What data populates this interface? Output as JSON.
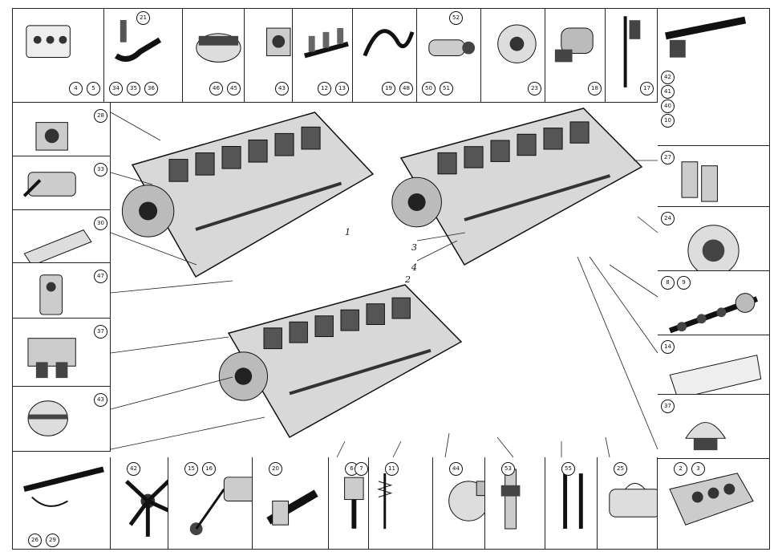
{
  "top_row": [
    {
      "id": "cylinder-head-cover",
      "labels": [
        "4",
        "5"
      ]
    },
    {
      "id": "glow-plug-and-pipe",
      "labels": [
        "21",
        "34",
        "35",
        "36"
      ]
    },
    {
      "id": "air-cleaner-drum",
      "labels": [
        "46",
        "45"
      ]
    },
    {
      "id": "small-bracket-part",
      "labels": [
        "43"
      ]
    },
    {
      "id": "exhaust-manifold",
      "labels": [
        "12",
        "13"
      ]
    },
    {
      "id": "water-pipes-assembly",
      "labels": [
        "19",
        "48"
      ]
    },
    {
      "id": "starter-motor",
      "labels": [
        "52",
        "50",
        "51"
      ]
    },
    {
      "id": "flywheel-pump",
      "labels": [
        "23"
      ]
    },
    {
      "id": "generator",
      "labels": [
        "18"
      ]
    },
    {
      "id": "vertical-pipe",
      "labels": [
        "17"
      ]
    }
  ],
  "right_col": [
    {
      "id": "injector-rail",
      "labels": [
        "42",
        "41",
        "40",
        "10"
      ]
    },
    {
      "id": "fuel-filter",
      "labels": [
        "27"
      ]
    },
    {
      "id": "water-pump-disc",
      "labels": [
        "24"
      ]
    },
    {
      "id": "camshaft",
      "labels": [
        "8",
        "9"
      ]
    },
    {
      "id": "oil-pan",
      "labels": [
        "14"
      ]
    },
    {
      "id": "oil-filter-dome",
      "labels": [
        "37"
      ]
    }
  ],
  "left_col": [
    {
      "id": "valve-block",
      "labels": [
        "28"
      ]
    },
    {
      "id": "oil-cooler",
      "labels": [
        "33"
      ]
    },
    {
      "id": "intercooler-plate",
      "labels": [
        "30"
      ]
    },
    {
      "id": "pump-unit",
      "labels": [
        "47"
      ]
    },
    {
      "id": "fuel-pump-assembly",
      "labels": [
        "37"
      ]
    },
    {
      "id": "pulley-unit",
      "labels": [
        "43"
      ]
    }
  ],
  "bottom_row": [
    {
      "id": "injection-pipes",
      "labels": [
        "26",
        "29"
      ]
    },
    {
      "id": "fan-blade",
      "labels": [
        "42"
      ]
    },
    {
      "id": "gauge-hose",
      "labels": [
        "15",
        "16"
      ]
    },
    {
      "id": "shaft-coupling",
      "labels": [
        "20"
      ]
    },
    {
      "id": "piston-rod",
      "labels": [
        "6",
        "7"
      ]
    },
    {
      "id": "valve-and-spring",
      "labels": [
        "11"
      ]
    },
    {
      "id": "turbo-housing",
      "labels": [
        "44"
      ]
    },
    {
      "id": "injector-nozzle",
      "labels": [
        "53"
      ]
    },
    {
      "id": "wrench-set",
      "labels": [
        "55"
      ]
    },
    {
      "id": "tool-bag",
      "labels": [
        "25"
      ]
    },
    {
      "id": "engine-block",
      "labels": [
        "2",
        "3"
      ]
    }
  ],
  "pointers": [
    "1",
    "2",
    "3",
    "4"
  ]
}
